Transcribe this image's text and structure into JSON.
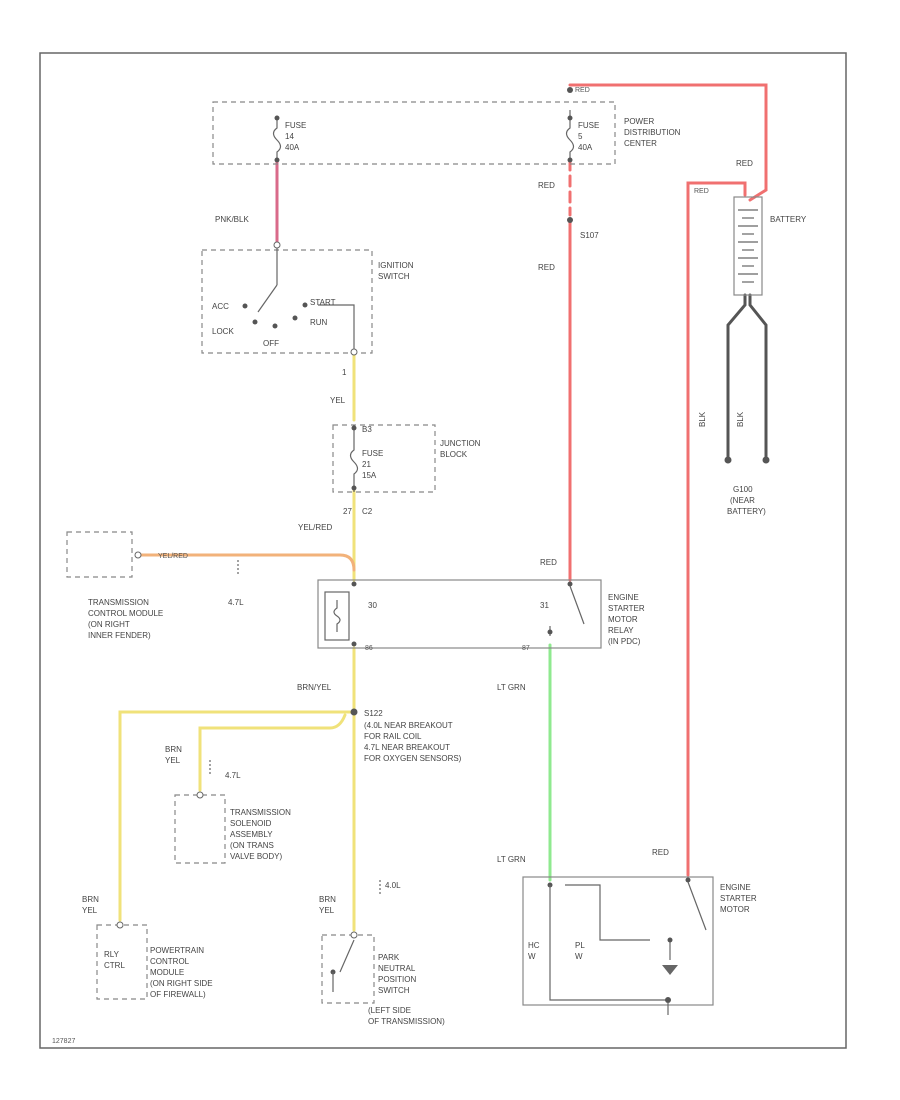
{
  "colors": {
    "red": "#f07070",
    "pink": "#d96a8a",
    "yellow": "#f0e27a",
    "orange": "#f2b27a",
    "green": "#8fe98f",
    "black": "#555555",
    "dark": "#444444"
  },
  "pdc": {
    "label": [
      "POWER",
      "DISTRIBUTION",
      "CENTER"
    ],
    "fuse14": [
      "FUSE",
      "14",
      "40A"
    ],
    "fuse5": [
      "FUSE",
      "5",
      "40A"
    ],
    "top_terminal": "RED"
  },
  "ignition": {
    "label": [
      "IGNITION",
      "SWITCH"
    ],
    "acc": "ACC",
    "lock": "LOCK",
    "start": "START",
    "run": "RUN",
    "off": "OFF"
  },
  "junction": {
    "label": [
      "JUNCTION",
      "BLOCK"
    ],
    "fuse": [
      "FUSE",
      "21",
      "15A"
    ],
    "pin_top": "B3",
    "pin_bottom": "C2",
    "pin27": "27",
    "pin1": "1"
  },
  "relay": {
    "label": [
      "ENGINE",
      "STARTER",
      "MOTOR",
      "RELAY",
      "(IN PDC)"
    ],
    "pin30": "30",
    "pin31": "31",
    "pin86": "86",
    "pin87": "87"
  },
  "battery": {
    "label": "BATTERY",
    "ground_label": [
      "G100",
      "(NEAR",
      "BATTERY)"
    ]
  },
  "tcm": {
    "label": [
      "TRANSMISSION",
      "CONTROL MODULE",
      "(ON RIGHT",
      "INNER FENDER)"
    ]
  },
  "splices": {
    "s107": "S107",
    "s122": "S122",
    "s122_note": [
      "(4.0L NEAR BREAKOUT",
      "FOR RAIL COIL",
      "4.7L NEAR BREAKOUT",
      "FOR OXYGEN SENSORS)"
    ]
  },
  "trans_solenoid": {
    "label": [
      "TRANSMISSION",
      "SOLENOID",
      "ASSEMBLY",
      "(ON TRANS",
      "VALVE BODY)"
    ]
  },
  "pcm": {
    "label": [
      "POWERTRAIN",
      "CONTROL",
      "MODULE",
      "(ON RIGHT SIDE",
      "OF FIREWALL)"
    ],
    "pin": [
      "RLY",
      "CTRL"
    ]
  },
  "pnp": {
    "label": [
      "PARK",
      "NEUTRAL",
      "POSITION",
      "SWITCH",
      "(LEFT SIDE",
      "OF TRANSMISSION)"
    ]
  },
  "starter": {
    "label": [
      "ENGINE",
      "STARTER",
      "MOTOR"
    ],
    "hc": [
      "HC",
      "W"
    ],
    "pl": [
      "PL",
      "W"
    ]
  },
  "wire_labels": {
    "pink_blk": "PNK/BLK",
    "yel": "YEL",
    "yel_red_left": "YEL/RED",
    "yel_red_tcm": "YEL/RED",
    "red_top": "RED",
    "red_mid": "RED",
    "red_relay": "RED",
    "red_batt": "RED",
    "red_batt2": "RED",
    "red_starter": "RED",
    "brn_yel": "BRN/YEL",
    "brn_yel_a": [
      "BRN",
      "YEL"
    ],
    "brn_yel_b": [
      "BRN",
      "YEL"
    ],
    "brn_yel_c": [
      "BRN",
      "YEL"
    ],
    "lt_grn_a": "LT GRN",
    "lt_grn_b": "LT GRN",
    "blk_a": "BLK",
    "blk_b": "BLK",
    "eng_47_a": "4.7L",
    "eng_47_b": "4.7L",
    "eng_40": "4.0L"
  },
  "footer_id": "127827"
}
